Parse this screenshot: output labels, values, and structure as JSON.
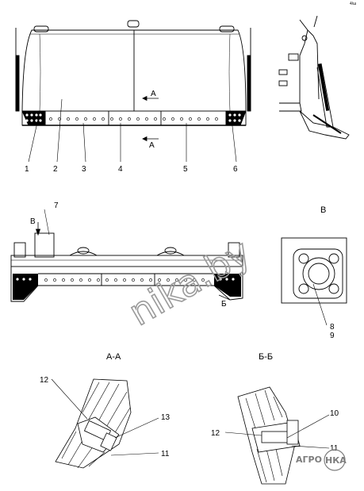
{
  "corner_text": "4/ш",
  "view1": {
    "callouts": [
      "1",
      "2",
      "3",
      "4",
      "5",
      "6"
    ],
    "section_marks": [
      "А",
      "А"
    ]
  },
  "view2": {
    "callout": "7",
    "view_marker": "В",
    "section_marks": [
      "Б",
      "Б"
    ]
  },
  "detail_v": {
    "title": "В",
    "callouts": [
      "8",
      "9"
    ]
  },
  "section_aa": {
    "title": "А-А",
    "callouts": [
      "12",
      "13",
      "11"
    ]
  },
  "section_bb": {
    "title": "Б-Б",
    "callouts": [
      "10",
      "12",
      "11"
    ]
  },
  "watermark": "nika.by",
  "logo": {
    "left": "АГРО",
    "right": "НКА"
  },
  "colors": {
    "line": "#000000",
    "watermark": "#9a9a9a"
  }
}
